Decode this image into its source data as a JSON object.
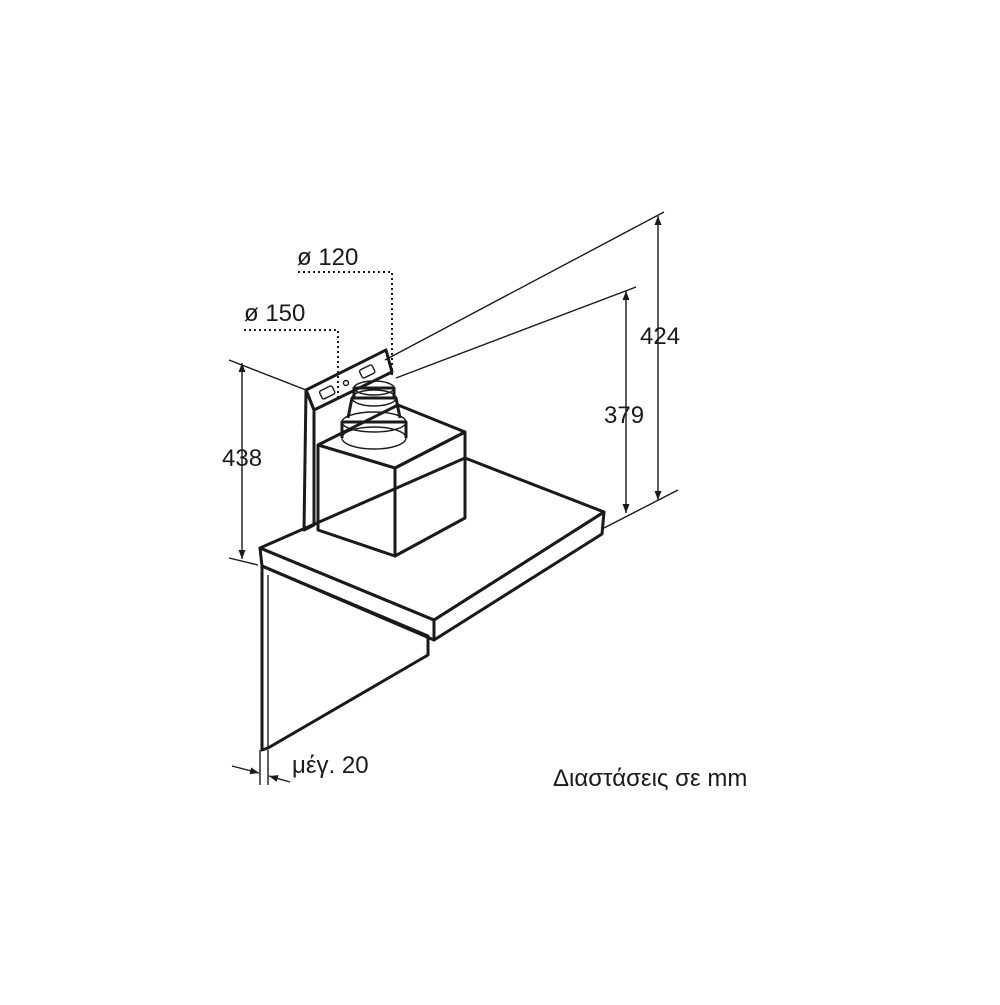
{
  "labels": {
    "dia_120": "ø 120",
    "dia_150": "ø 150",
    "height_438": "438",
    "height_424": "424",
    "height_379": "379",
    "gap_max": "μέγ. 20",
    "units_note": "Διαστάσεις σε mm"
  },
  "colors": {
    "line": "#1a1a1a",
    "fill_light": "#f2f2f2",
    "fill_mid": "#e1e1e1",
    "fill_dark": "#c8c8c8",
    "background": "#ffffff"
  }
}
